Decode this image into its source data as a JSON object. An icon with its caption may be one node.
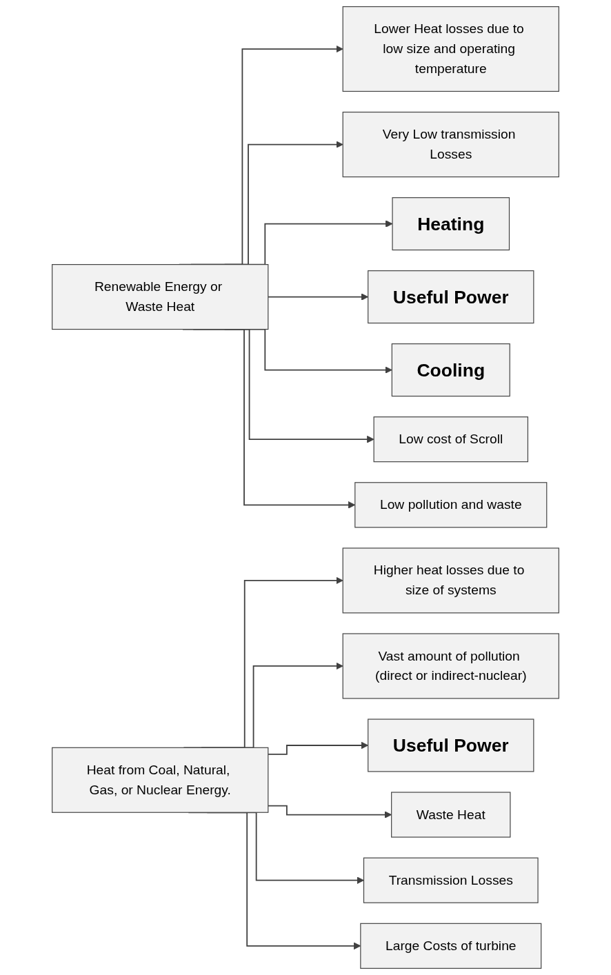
{
  "diagram": {
    "nodes": [
      {
        "text": [
          "Lower Heat losses due to low size and operating temperature"
        ]
      },
      {
        "text": [
          "Very Low transmission Losses"
        ]
      },
      {
        "text": [
          "Heating"
        ]
      },
      {
        "text": [
          "Renewable Energy or Waste Heat"
        ]
      },
      {
        "text": [
          "Useful Power"
        ]
      },
      {
        "text": [
          "Cooling"
        ]
      },
      {
        "text": [
          "Low cost of Scroll"
        ]
      },
      {
        "text": [
          "Low pollution and waste"
        ]
      },
      {
        "text": [
          "Higher heat losses due to size of systems"
        ]
      },
      {
        "text": [
          "Vast amount of pollution (direct or indirect-nuclear)"
        ]
      },
      {
        "text": [
          "Heat from Coal, Natural, Gas, or Nuclear Energy."
        ]
      },
      {
        "text": [
          "Useful Power"
        ]
      },
      {
        "text": [
          "Waste Heat"
        ]
      },
      {
        "text": [
          "Transmission Losses"
        ]
      },
      {
        "text": [
          "Large Costs of turbine"
        ]
      }
    ],
    "edges": [
      {
        "from": 3,
        "to": 0,
        "arrow": "to"
      },
      {
        "from": 3,
        "to": 1,
        "arrow": "to"
      },
      {
        "from": 3,
        "to": 2,
        "arrow": "to"
      },
      {
        "from": 3,
        "to": 4,
        "arrow": "to"
      },
      {
        "from": 3,
        "to": 5,
        "arrow": "to"
      },
      {
        "from": 3,
        "to": 6,
        "arrow": "to"
      },
      {
        "from": 3,
        "to": 7,
        "arrow": "to"
      },
      {
        "from": 10,
        "to": 8,
        "arrow": "to"
      },
      {
        "from": 10,
        "to": 9,
        "arrow": "to"
      },
      {
        "from": 10,
        "to": 11,
        "arrow": "to"
      },
      {
        "from": 10,
        "to": 12,
        "arrow": "to"
      },
      {
        "from": 10,
        "to": 13,
        "arrow": "to"
      },
      {
        "from": 10,
        "to": 14,
        "arrow": "to"
      }
    ]
  }
}
